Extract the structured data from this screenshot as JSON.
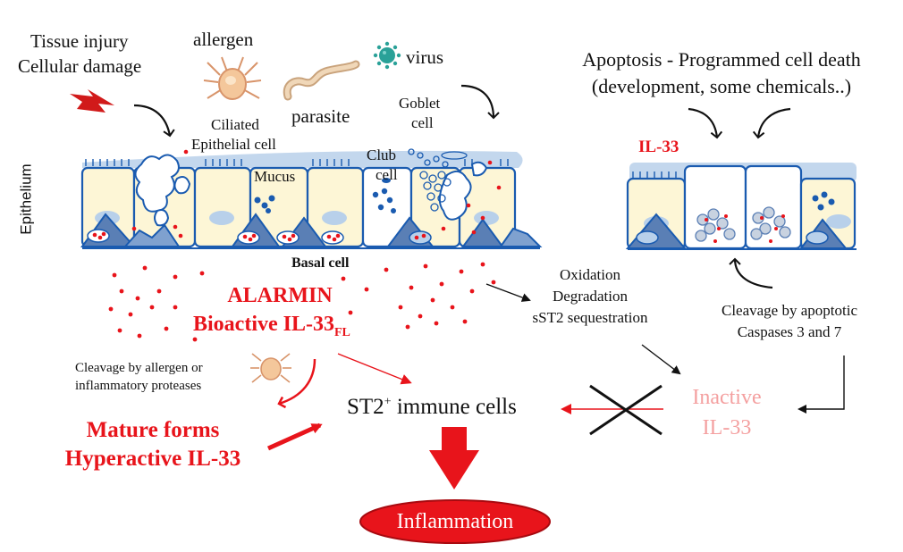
{
  "triggers": {
    "tissue_injury_line1": "Tissue injury",
    "tissue_injury_line2": "Cellular damage",
    "allergen": "allergen",
    "virus": "virus",
    "parasite": "parasite"
  },
  "cells": {
    "ciliated_line1": "Ciliated",
    "ciliated_line2": "Epithelial cell",
    "goblet_line1": "Goblet",
    "goblet_line2": "cell",
    "club_line1": "Club",
    "club_line2": "cell",
    "mucus": "Mucus",
    "basal": "Basal cell",
    "epithelium": "Epithelium"
  },
  "apoptosis": {
    "line1": "Apoptosis - Programmed cell death",
    "line2": "(development, some chemicals..)",
    "il33": "IL-33"
  },
  "alarmin": {
    "line1": "ALARMIN",
    "line2": "Bioactive IL-33",
    "line2_sub": "FL"
  },
  "processes": {
    "oxidation": "Oxidation",
    "degradation": "Degradation",
    "sequestration": "sST2 sequestration",
    "apoptotic_cleavage_line1": "Cleavage by apoptotic",
    "apoptotic_cleavage_line2": "Caspases 3 and 7",
    "allergen_cleavage_line1": "Cleavage by allergen or",
    "allergen_cleavage_line2": "inflammatory proteases"
  },
  "outcomes": {
    "st2_prefix": "ST2",
    "st2_sup": "+",
    "st2_suffix": " immune cells",
    "inactive_line1": "Inactive",
    "inactive_line2": "IL-33",
    "mature_line1": "Mature forms",
    "mature_line2": "Hyperactive IL-33",
    "inflammation": "Inflammation"
  },
  "colors": {
    "red": "#e8141b",
    "pink": "#f4a0a0",
    "cell_fill": "#fdf6d6",
    "cell_stroke": "#1a5bb0",
    "mucus_blue": "#b8d0ea",
    "basal_fill": "#5a7fb5"
  }
}
